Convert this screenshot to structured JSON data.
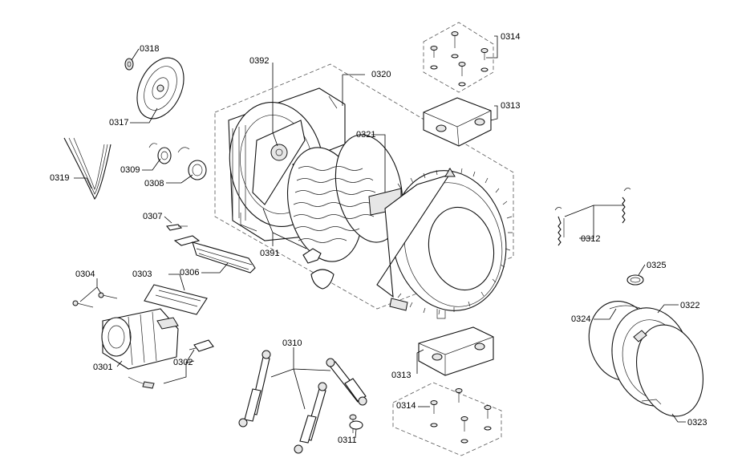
{
  "callouts": {
    "c0301": "0301",
    "c0302": "0302",
    "c0303": "0303",
    "c0304": "0304",
    "c0306": "0306",
    "c0307": "0307",
    "c0308": "0308",
    "c0309": "0309",
    "c0310": "0310",
    "c0311": "0311",
    "c0312": "0312",
    "c0313a": "0313",
    "c0313b": "0313",
    "c0314a": "0314",
    "c0314b": "0314",
    "c0317": "0317",
    "c0318": "0318",
    "c0319": "0319",
    "c0320": "0320",
    "c0321": "0321",
    "c0322": "0322",
    "c0323": "0323",
    "c0324": "0324",
    "c0325": "0325",
    "c0391": "0391",
    "c0392": "0392"
  }
}
